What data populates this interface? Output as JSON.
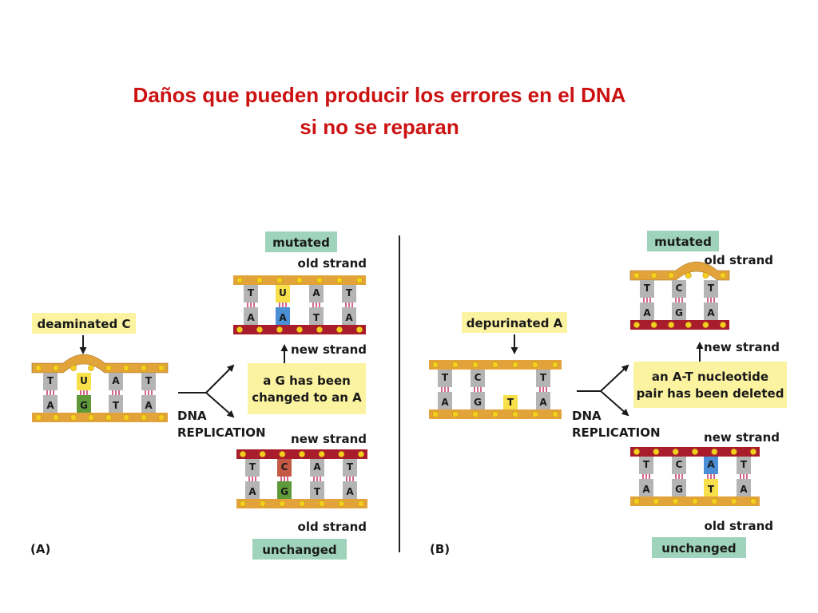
{
  "title": {
    "line1": "Daños que pueden producir los errores en el DNA",
    "line2": "si no se reparan"
  },
  "colors": {
    "title": "#cc1111",
    "old_strand": "#e2a33a",
    "new_strand": "#a81c2c",
    "bead": "#f4cf1f",
    "base_gray": "#b4b4b4",
    "uracil_box": "#f7e04a",
    "adenine_blue": "#4a8fd6",
    "cytosine_red": "#c45a45",
    "guanine_green": "#5f9a3a",
    "mutated_box": "#9fd3bb",
    "note_box": "#fbf3a0"
  },
  "panelA": {
    "panel_label": "(A)",
    "damage_label": "deaminated C",
    "replication_label": "DNA\nREPLICATION",
    "mutated_label": "mutated",
    "unchanged_label": "unchanged",
    "old_strand_label": "old strand",
    "new_strand_label": "new strand",
    "note": "a G has been\nchanged to an A",
    "damaged": {
      "top": [
        "T",
        "U",
        "A",
        "T"
      ],
      "bottom": [
        "A",
        "G",
        "T",
        "A"
      ]
    },
    "mutated": {
      "top": [
        "T",
        "U",
        "A",
        "T"
      ],
      "bottom": [
        "A",
        "A",
        "T",
        "A"
      ]
    },
    "unchanged": {
      "top": [
        "T",
        "C",
        "A",
        "T"
      ],
      "bottom": [
        "A",
        "G",
        "T",
        "A"
      ]
    }
  },
  "panelB": {
    "panel_label": "(B)",
    "damage_label": "depurinated A",
    "replication_label": "DNA\nREPLICATION",
    "mutated_label": "mutated",
    "unchanged_label": "unchanged",
    "old_strand_label": "old strand",
    "new_strand_label": "new strand",
    "note": "an A-T nucleotide\npair has been deleted",
    "damaged": {
      "top": [
        "T",
        "C",
        "",
        "T"
      ],
      "bottom": [
        "A",
        "G",
        "T",
        "A"
      ]
    },
    "mutated": {
      "top": [
        "T",
        "C",
        "T"
      ],
      "bottom": [
        "A",
        "G",
        "A"
      ]
    },
    "unchanged": {
      "top": [
        "T",
        "C",
        "A",
        "T"
      ],
      "bottom": [
        "A",
        "G",
        "T",
        "A"
      ]
    }
  }
}
